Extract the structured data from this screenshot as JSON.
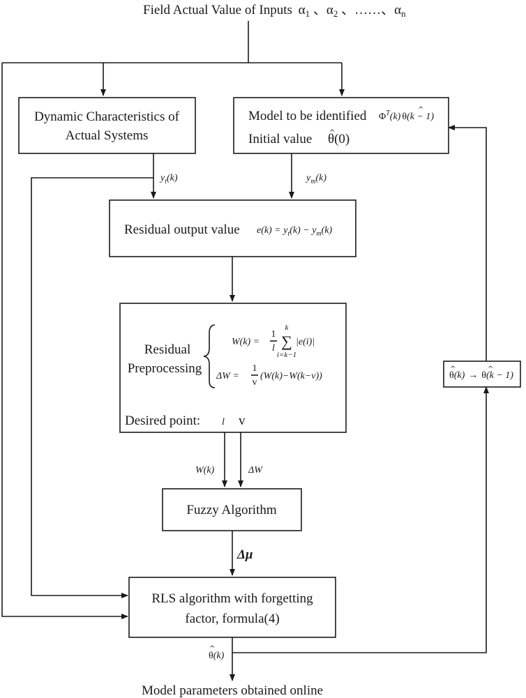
{
  "top_label": {
    "text": "Field Actual Value of Inputs",
    "a1": "α",
    "s1": "1",
    "sep1": "、",
    "a2": "α",
    "s2": "2",
    "sep2": "、……、",
    "an": "α",
    "sn": "n"
  },
  "boxes": {
    "dynamic": {
      "line1": "Dynamic Characteristics of",
      "line2": "Actual Systems"
    },
    "model": {
      "line1": "Model to be identified",
      "phi": "Φ",
      "phi_sup": "T",
      "phi_arg": "(k)",
      "theta": "θ",
      "theta_arg": "(k − 1)",
      "line2": "Initial value",
      "init_theta": "θ",
      "init_arg": "(0)"
    },
    "residual_output": {
      "label": "Residual output value",
      "e": "e(k) = y",
      "yt_sub": "t",
      "mid": "(k) − y",
      "ym_sub": "m",
      "end": "(k)"
    },
    "preprocessing": {
      "line1": "Residual",
      "line2": "Preprocessing",
      "w_lhs": "W(k) =",
      "frac1_num": "1",
      "frac1_den": "l",
      "sum_top": "k",
      "sum_sym": "∑",
      "sum_bot": "i=k−1",
      "w_rhs": "|e(i)|",
      "dw_lhs": "ΔW =",
      "frac2_num": "1",
      "frac2_den": "v",
      "dw_rhs": "(W(k)−W(k−v))",
      "desired_label": "Desired point:",
      "desired_l": "l",
      "desired_v": "v"
    },
    "fuzzy": {
      "label": "Fuzzy Algorithm"
    },
    "rls": {
      "line1": "RLS algorithm with forgetting",
      "line2": "factor, formula(4)"
    },
    "theta_update": {
      "t1": "θ",
      "a1": "(k)",
      "arrow": "→",
      "t2": "θ",
      "a2": "(k − 1)"
    }
  },
  "signals": {
    "yt": {
      "y": "y",
      "sub": "t",
      "arg": "(k)"
    },
    "ym": {
      "y": "y",
      "sub": "m",
      "arg": "(k)"
    },
    "wk": "W(k)",
    "dw": "ΔW",
    "dmu": "Δμ",
    "theta_out": {
      "t": "θ",
      "arg": "(k)"
    }
  },
  "bottom_label": "Model parameters obtained online"
}
